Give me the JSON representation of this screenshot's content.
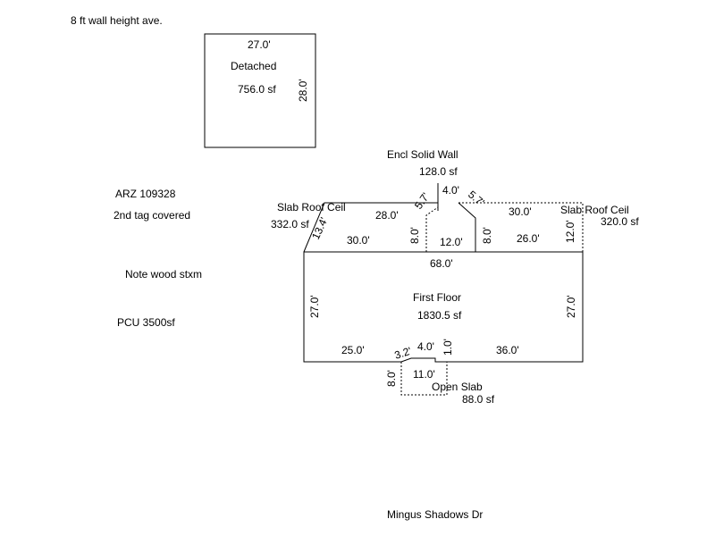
{
  "notes": {
    "wall_height": "8 ft wall height ave.",
    "arz": "ARZ 109328",
    "tag": "2nd tag covered",
    "wood": "Note wood stxm",
    "pcu": "PCU 3500sf",
    "street": "Mingus Shadows Dr"
  },
  "detached": {
    "name": "Detached",
    "area": "756.0 sf",
    "top": "27.0'",
    "right": "28.0'"
  },
  "encl_wall": {
    "name": "Encl Solid Wall",
    "area": "128.0 sf",
    "top": "4.0'",
    "left_diag": "5.7'",
    "right_diag": "5.7'",
    "left": "8.0'",
    "right": "8.0'",
    "bottom": "12.0'"
  },
  "slab_left": {
    "name": "Slab Roof Ceil",
    "area": "332.0 sf",
    "top": "28.0'",
    "bottom": "30.0'",
    "diag": "13.4'"
  },
  "slab_right": {
    "name": "Slab Roof Ceil",
    "area": "320.0 sf",
    "top": "30.0'",
    "bottom": "26.0'",
    "right": "12.0'"
  },
  "first_floor": {
    "name": "First Floor",
    "area": "1830.5 sf",
    "top": "68.0'",
    "left": "27.0'",
    "right": "27.0'",
    "bottom_left": "25.0'",
    "bottom_right": "36.0'",
    "notch_top": "4.0'",
    "notch_diag": "3.2'",
    "notch_right": "1.0'"
  },
  "open_slab": {
    "name": "Open Slab",
    "area": "88.0 sf",
    "top": "11.0'",
    "left": "8.0'"
  }
}
